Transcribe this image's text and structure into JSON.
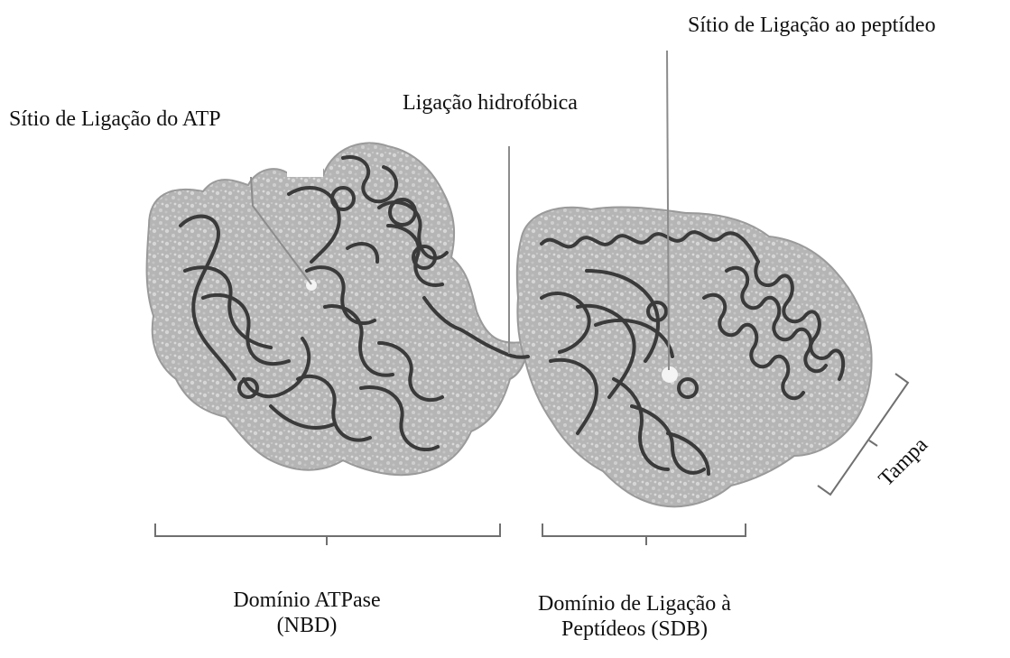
{
  "labels": {
    "peptide_site": "Sítio de Ligação ao peptídeo",
    "hydrophobic_link": "Ligação hidrofóbica",
    "atp_site": "Sítio de Ligação do ATP",
    "atpase_domain": "Domínio ATPase",
    "atpase_domain_abbr": "(NBD)",
    "peptide_domain_line1": "Domínio de Ligação à",
    "peptide_domain_line2": "Peptídeos (SDB)",
    "lid": "Tampa"
  },
  "colors": {
    "surface": "#b3b3b3",
    "surface_light": "#d2d2d2",
    "ribbon": "#3a3a3a",
    "leader": "#8c8c8c"
  }
}
